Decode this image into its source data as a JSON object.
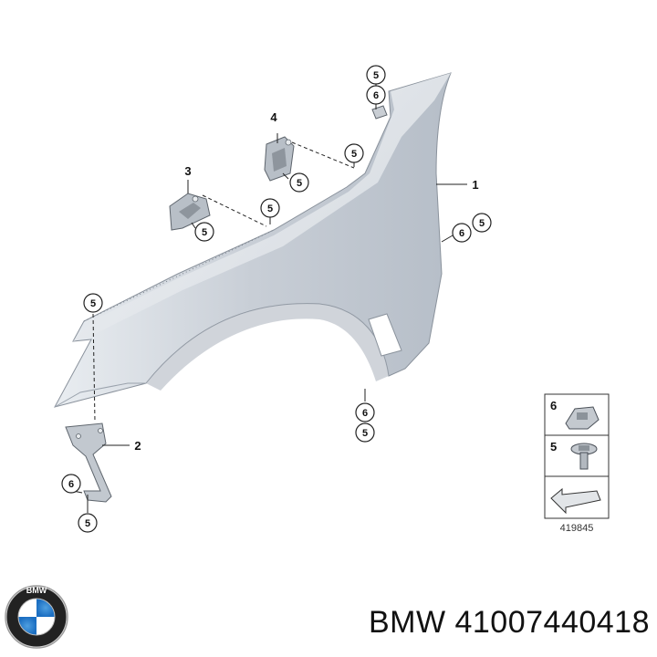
{
  "footer": {
    "brand": "BMW",
    "part_number": "41007440418",
    "logo_text": "BMW"
  },
  "legend": {
    "items": [
      {
        "number": "6",
        "icon": "clip-nut-icon"
      },
      {
        "number": "5",
        "icon": "screw-icon"
      },
      {
        "number": "",
        "icon": "arrow-icon"
      }
    ],
    "drawing_number": "419845"
  },
  "callouts": {
    "fender": "1",
    "bracket_lower": "2",
    "bracket_middle": "3",
    "bracket_upper": "4",
    "screw": "5",
    "clip_nut": "6"
  }
}
